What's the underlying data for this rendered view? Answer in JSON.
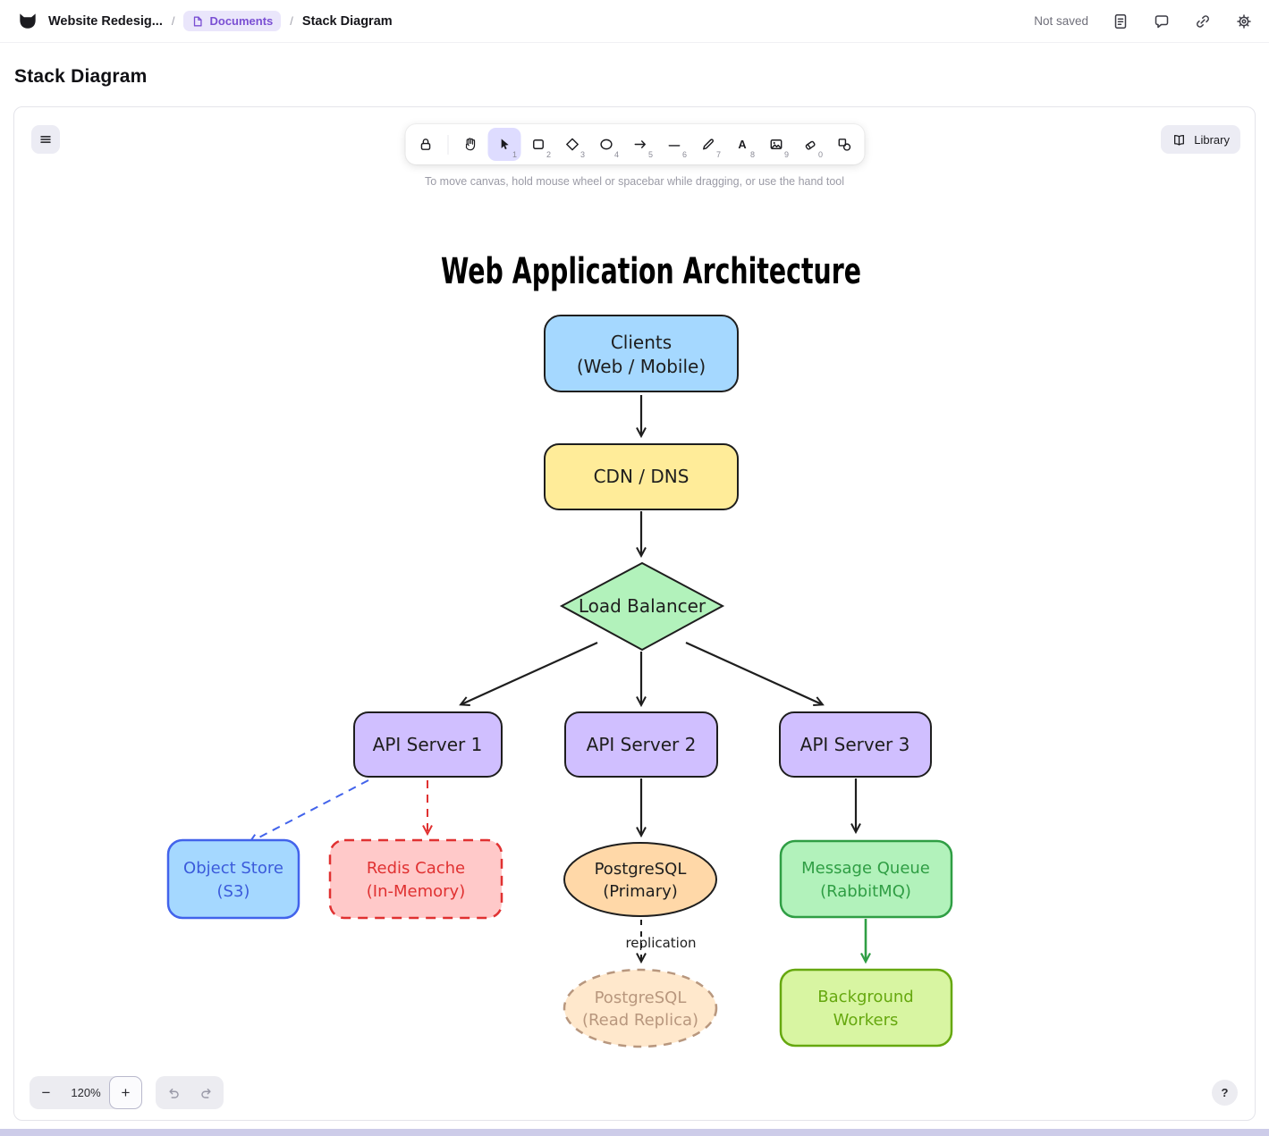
{
  "header": {
    "project": "Website Redesig...",
    "separator": "/",
    "documents_badge": "Documents",
    "current_page": "Stack Diagram",
    "status": "Not saved"
  },
  "page": {
    "title": "Stack Diagram"
  },
  "board": {
    "hint": "To move canvas, hold mouse wheel or spacebar while dragging, or use the hand tool",
    "library_label": "Library",
    "help_label": "?",
    "text_tool_glyph": "A",
    "zoom": {
      "out": "−",
      "level": "120%",
      "in": "+"
    },
    "tools": [
      {
        "name": "lock",
        "shortcut": ""
      },
      {
        "name": "hand",
        "shortcut": ""
      },
      {
        "name": "selection",
        "shortcut": "1",
        "active": true
      },
      {
        "name": "rectangle",
        "shortcut": "2"
      },
      {
        "name": "diamond",
        "shortcut": "3"
      },
      {
        "name": "ellipse",
        "shortcut": "4"
      },
      {
        "name": "arrow",
        "shortcut": "5"
      },
      {
        "name": "line",
        "shortcut": "6"
      },
      {
        "name": "draw",
        "shortcut": "7"
      },
      {
        "name": "text",
        "shortcut": "8"
      },
      {
        "name": "image",
        "shortcut": "9"
      },
      {
        "name": "eraser",
        "shortcut": "0"
      },
      {
        "name": "more-tools",
        "shortcut": ""
      }
    ]
  },
  "diagram": {
    "title": "Web Application Architecture",
    "edge_labels": {
      "replication": "replication"
    },
    "arrow_colors": {
      "default": "#1e1e1e",
      "blue": "#4263eb",
      "red": "#e03131",
      "green": "#2f9e44",
      "tan": "#b8977e"
    },
    "nodes": {
      "clients": {
        "line1": "Clients",
        "line2": "(Web / Mobile)",
        "fill": "#a5d8ff",
        "stroke": "#1e1e1e",
        "text": "#1e1e1e"
      },
      "cdn": {
        "line1": "CDN / DNS",
        "line2": "",
        "fill": "#ffec99",
        "stroke": "#1e1e1e",
        "text": "#1e1e1e"
      },
      "load_balancer": {
        "line1": "Load Balancer",
        "line2": "",
        "fill": "#b2f2bb",
        "stroke": "#1e1e1e",
        "text": "#1e1e1e"
      },
      "api1": {
        "line1": "API Server 1",
        "line2": "",
        "fill": "#d0bfff",
        "stroke": "#1e1e1e",
        "text": "#1e1e1e"
      },
      "api2": {
        "line1": "API Server 2",
        "line2": "",
        "fill": "#d0bfff",
        "stroke": "#1e1e1e",
        "text": "#1e1e1e"
      },
      "api3": {
        "line1": "API Server 3",
        "line2": "",
        "fill": "#d0bfff",
        "stroke": "#1e1e1e",
        "text": "#1e1e1e"
      },
      "object_store": {
        "line1": "Object Store",
        "line2": "(S3)",
        "fill": "#a5d8ff",
        "stroke": "#4263eb",
        "text": "#3b5bdb"
      },
      "redis": {
        "line1": "Redis Cache",
        "line2": "(In-Memory)",
        "fill": "#ffc9c9",
        "stroke": "#e03131",
        "text": "#e03131"
      },
      "pg_primary": {
        "line1": "PostgreSQL",
        "line2": "(Primary)",
        "fill": "#ffd8a8",
        "stroke": "#1e1e1e",
        "text": "#1e1e1e"
      },
      "message_queue": {
        "line1": "Message Queue",
        "line2": "(RabbitMQ)",
        "fill": "#b2f2bb",
        "stroke": "#2f9e44",
        "text": "#2f9e44"
      },
      "pg_replica": {
        "line1": "PostgreSQL",
        "line2": "(Read Replica)",
        "fill": "#ffe8cc",
        "stroke": "#b8977e",
        "text": "#b8977e"
      },
      "workers": {
        "line1": "Background",
        "line2": "Workers",
        "fill": "#d8f5a2",
        "stroke": "#66a80f",
        "text": "#66a80f"
      }
    }
  }
}
